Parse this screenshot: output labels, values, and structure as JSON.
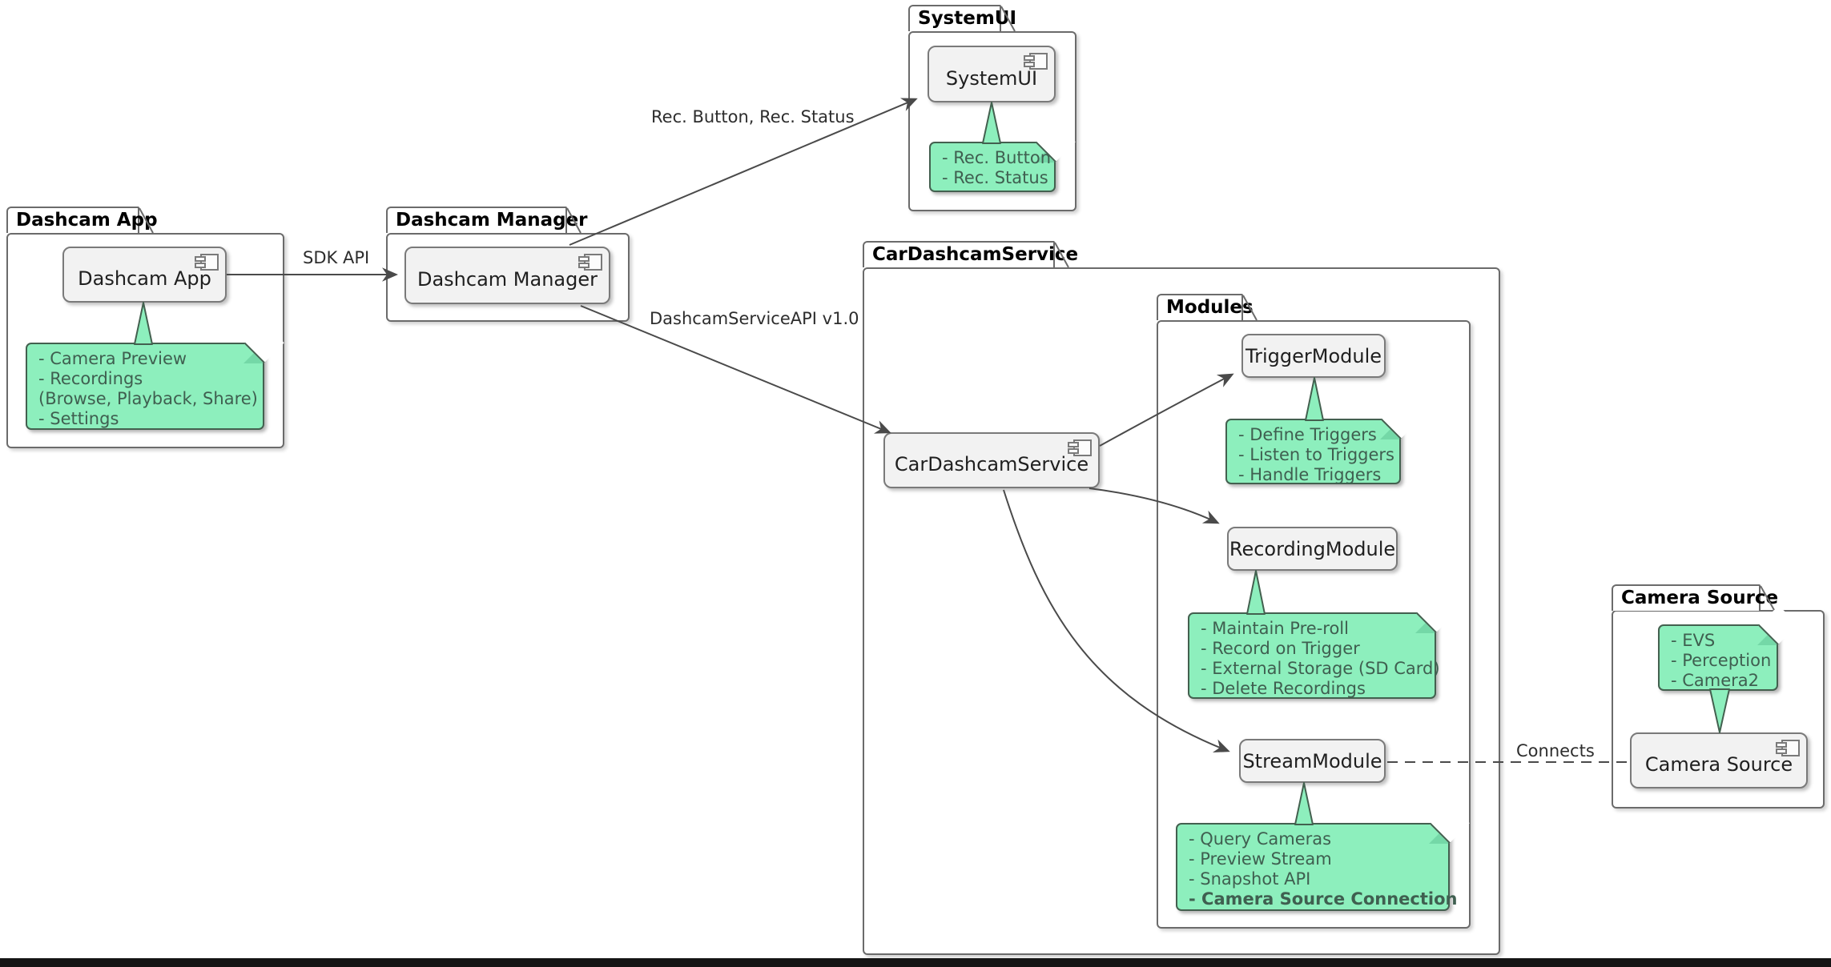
{
  "diagram": {
    "packages": {
      "dashcam_app": {
        "label": "Dashcam App"
      },
      "dashcam_manager": {
        "label": "Dashcam Manager"
      },
      "systemui": {
        "label": "SystemUI"
      },
      "car_dashcam_service": {
        "label": "CarDashcamService"
      },
      "modules": {
        "label": "Modules"
      },
      "camera_source": {
        "label": "Camera Source"
      }
    },
    "components": {
      "dashcam_app": {
        "label": "Dashcam App"
      },
      "dashcam_manager": {
        "label": "Dashcam Manager"
      },
      "systemui": {
        "label": "SystemUI"
      },
      "car_dashcam_service": {
        "label": "CarDashcamService"
      },
      "trigger_module": {
        "label": "TriggerModule"
      },
      "recording_module": {
        "label": "RecordingModule"
      },
      "stream_module": {
        "label": "StreamModule"
      },
      "camera_source": {
        "label": "Camera Source"
      }
    },
    "notes": {
      "dashcam_app": {
        "lines": [
          "- Camera Preview",
          "- Recordings",
          "(Browse, Playback, Share)",
          "- Settings"
        ]
      },
      "systemui": {
        "lines": [
          "- Rec. Button",
          "- Rec. Status"
        ]
      },
      "trigger_module": {
        "lines": [
          "- Define Triggers",
          "- Listen to Triggers",
          "- Handle Triggers"
        ]
      },
      "recording_module": {
        "lines": [
          "- Maintain Pre-roll",
          "- Record on Trigger",
          "- External Storage (SD Card)",
          "- Delete Recordings"
        ]
      },
      "stream_module": {
        "lines": [
          "- Query Cameras",
          "- Preview Stream",
          "- Snapshot API"
        ],
        "bold_line": "- Camera Source Connection"
      },
      "camera_source": {
        "lines": [
          "- EVS",
          "- Perception",
          "- Camera2"
        ]
      }
    },
    "edge_labels": {
      "sdk_api": "SDK API",
      "rec_button_status": "Rec. Button, Rec. Status",
      "dashcam_service_api": "DashcamServiceAPI v1.0",
      "connects": "Connects"
    },
    "colors": {
      "note-fill": "#8defbd",
      "note-fold": "#74d8a7",
      "note-border": "#43604f",
      "note-text": "#3f5f50",
      "component-fill": "#f2f2f2",
      "component-border": "#7a7a7a",
      "package-border": "#6b6b6b",
      "edge": "#4a4a4a",
      "text": "#1f1f1f"
    }
  }
}
